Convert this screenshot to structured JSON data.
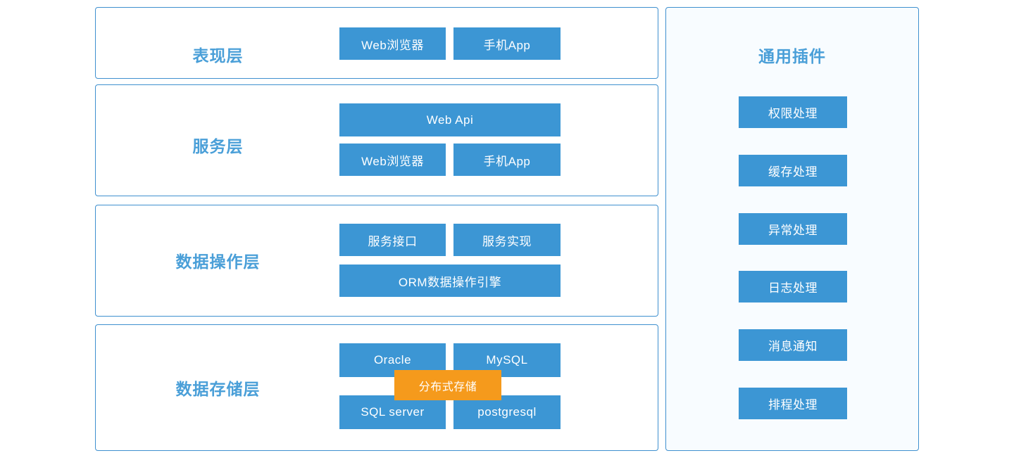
{
  "diagram": {
    "colors": {
      "box_blue": "#3c96d4",
      "box_orange": "#f59a1c",
      "title_blue": "#4a9fd8",
      "panel_border": "#3f90cf",
      "plugin_panel_bg": "#f8fcff",
      "page_bg": "#ffffff"
    },
    "layers": [
      {
        "id": "presentation",
        "title": "表现层",
        "boxes": [
          {
            "label": "Web浏览器"
          },
          {
            "label": "手机App"
          }
        ]
      },
      {
        "id": "service",
        "title": "服务层",
        "boxes": [
          {
            "label": "Web Api"
          },
          {
            "label": "Web浏览器"
          },
          {
            "label": "手机App"
          }
        ]
      },
      {
        "id": "data-operation",
        "title": "数据操作层",
        "boxes": [
          {
            "label": "服务接口"
          },
          {
            "label": "服务实现"
          },
          {
            "label": "ORM数据操作引擎"
          }
        ]
      },
      {
        "id": "data-storage",
        "title": "数据存储层",
        "boxes": [
          {
            "label": "Oracle"
          },
          {
            "label": "MySQL"
          },
          {
            "label": "SQL server"
          },
          {
            "label": "postgresql"
          },
          {
            "label": "分布式存储"
          }
        ]
      }
    ],
    "plugins": {
      "title": "通用插件",
      "items": [
        {
          "label": "权限处理"
        },
        {
          "label": "缓存处理"
        },
        {
          "label": "异常处理"
        },
        {
          "label": "日志处理"
        },
        {
          "label": "消息通知"
        },
        {
          "label": "排程处理"
        }
      ]
    }
  }
}
